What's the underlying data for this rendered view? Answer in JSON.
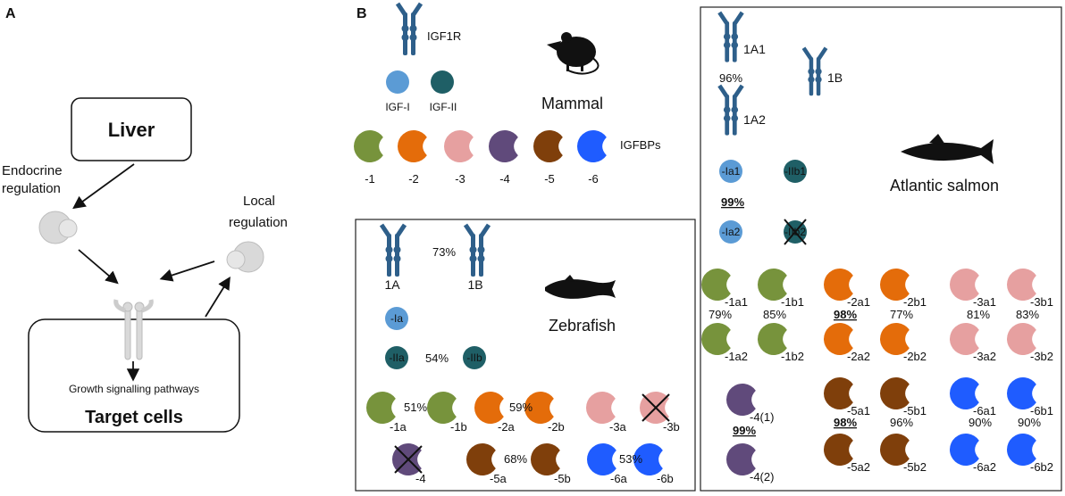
{
  "panel_a": {
    "letter": "A",
    "liver": "Liver",
    "endocrine": [
      "Endocrine",
      "regulation"
    ],
    "local": [
      "Local",
      "regulation"
    ],
    "growth": "Growth signalling pathways",
    "target": "Target cells"
  },
  "panel_b": {
    "letter": "B",
    "mammal": {
      "receptor": "IGF1R",
      "igf1": "IGF-I",
      "igf2": "IGF-II",
      "title": "Mammal",
      "igfbps": "IGFBPs",
      "bp_labels": [
        "-1",
        "-2",
        "-3",
        "-4",
        "-5",
        "-6"
      ]
    },
    "zebrafish": {
      "title": "Zebrafish",
      "rec_a": "1A",
      "rec_b": "1B",
      "rec_pct": "73%",
      "igf_ia": "-Ia",
      "igf_iia": "-IIa",
      "igf_iib": "-IIb",
      "igf_pct": "54%",
      "bp_labels": [
        "-1a",
        "-1b",
        "-2a",
        "-2b",
        "-3a",
        "-3b",
        "-4",
        "-5a",
        "-5b",
        "-6a",
        "-6b"
      ],
      "bp_pcts": [
        "51%",
        "59%",
        "68%",
        "53%"
      ]
    },
    "salmon": {
      "title": "Atlantic salmon",
      "rec_1a1": "1A1",
      "rec_1a2": "1A2",
      "rec_1b": "1B",
      "rec_pct": "96%",
      "igf_ia1": "-Ia1",
      "igf_ia2": "-Ia2",
      "igf_iib1": "-IIb1",
      "igf_iib2": "-IIb2",
      "igf_pct": "99%",
      "bp_labels": {
        "g1": [
          "-1a1",
          "-1b1",
          "-1a2",
          "-1b2"
        ],
        "g2": [
          "-2a1",
          "-2b1",
          "-2a2",
          "-2b2"
        ],
        "g3": [
          "-3a1",
          "-3b1",
          "-3a2",
          "-3b2"
        ],
        "g4": [
          "-4(1)",
          "-4(2)"
        ],
        "g5": [
          "-5a1",
          "-5b1",
          "-5a2",
          "-5b2"
        ],
        "g6": [
          "-6a1",
          "-6b1",
          "-6a2",
          "-6b2"
        ]
      },
      "bp_pcts": {
        "p1a": "79%",
        "p1b": "85%",
        "p2a": "98%",
        "p2b": "77%",
        "p3a": "81%",
        "p3b": "83%",
        "p4": "99%",
        "p5a": "98%",
        "p5b": "96%",
        "p6a": "90%",
        "p6b": "90%"
      }
    }
  },
  "colors": {
    "receptor": "#2e5f8a",
    "igf1": "#5b9bd5",
    "igf2": "#1f5f66",
    "bp1": "#77933c",
    "bp2": "#e46c0a",
    "bp3": "#e6a0a0",
    "bp4": "#604a7b",
    "bp5": "#7f3f0b",
    "bp6": "#1f5cff",
    "grey": "#d9d9d9"
  }
}
